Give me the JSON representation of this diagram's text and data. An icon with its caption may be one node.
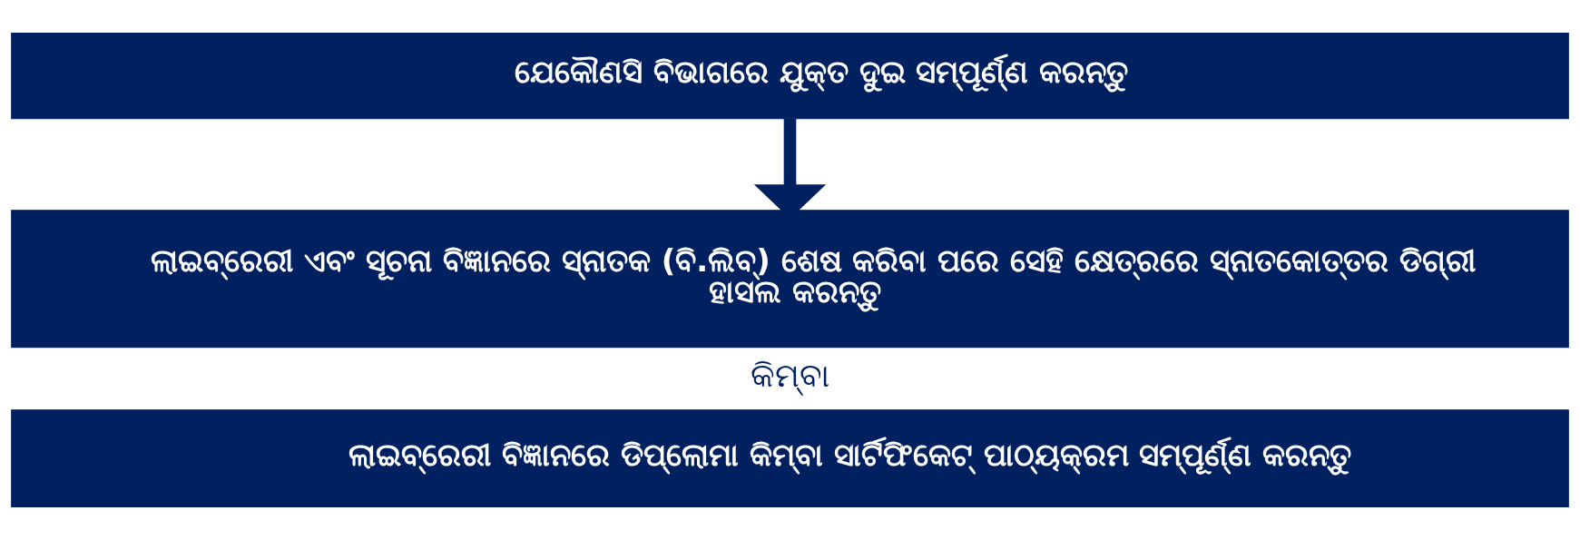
{
  "diagram": {
    "nodes": [
      {
        "text": [
          "ଯେକୌଣସି ବିଭାଗରେ ଯୁକ୍ତ ଦୁଇ ସମ୍ପୂର୍ଣ୍ଣ କରନ୍ତୁ"
        ]
      },
      {
        "text": [
          "ଲାଇବ୍ରେରୀ ଏବଂ ସୂଚନା ବିଜ୍ଞାନରେ ସ୍ନାତକ (ବି.ଲିବ୍) ଶେଷ କରିବା ପରେ ସେହି କ୍ଷେତ୍ରରେ ସ୍ନାତକୋତ୍ତର ଡିଗ୍ରୀ ହାସଲ କରନ୍ତୁ"
        ]
      },
      {
        "text": [
          "ଲାଇବ୍ରେରୀ ବିଜ୍ଞାନରେ ଡିପ୍ଲୋମା କିମ୍ବା ସାର୍ଟିଫିକେଟ୍ ପାଠ୍ୟକ୍ରମ ସମ୍ପୂର୍ଣ୍ଣ କରନ୍ତୁ"
        ]
      }
    ],
    "edges": [
      {
        "from": 0,
        "to": 1,
        "arrow": "to"
      }
    ],
    "labels": [
      "କିମ୍ବା"
    ]
  }
}
